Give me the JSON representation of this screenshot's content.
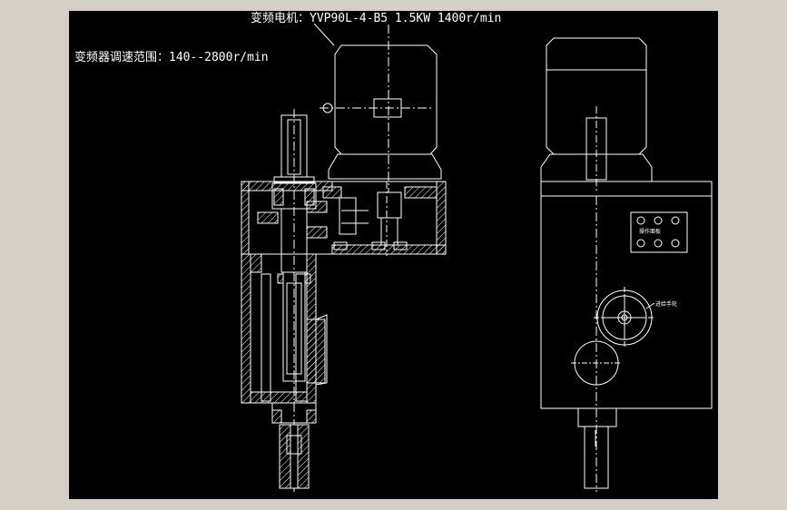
{
  "drawing": {
    "motor_spec": "变频电机：YVP90L-4-B5 1.5KW 1400r/min",
    "speed_range": "变频器调速范围：140--2800r/min",
    "panel_label": "操作面板",
    "handwheel_label": "进给手轮"
  },
  "colors": {
    "background": "#000000",
    "outline": "#ffffff",
    "hatch": "#ffffff",
    "centerline": "#ffffff",
    "frame": "#d4d0c8"
  }
}
